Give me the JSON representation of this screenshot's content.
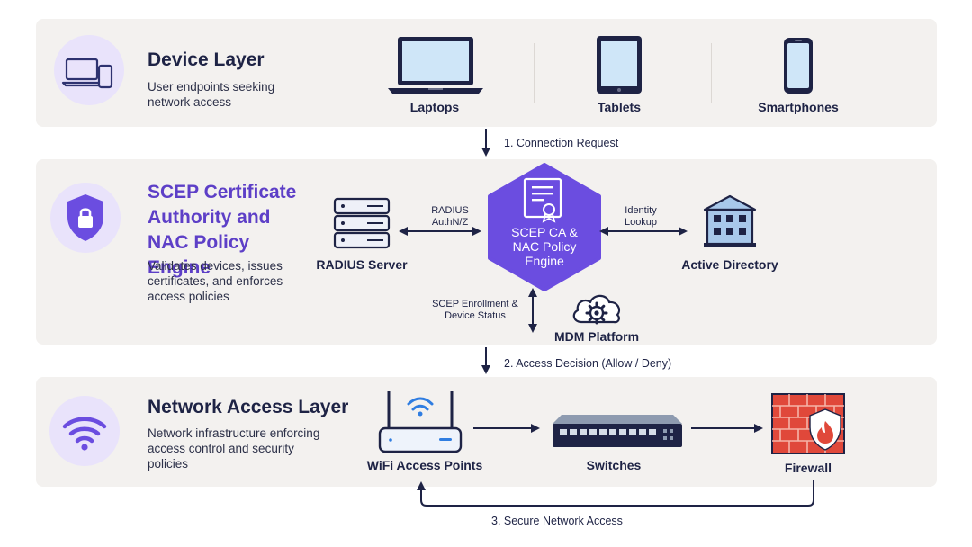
{
  "device_layer": {
    "title": "Device Layer",
    "description": "User endpoints seeking network access",
    "devices": [
      {
        "label": "Laptops",
        "icon": "laptop-icon"
      },
      {
        "label": "Tablets",
        "icon": "tablet-icon"
      },
      {
        "label": "Smartphones",
        "icon": "smartphone-icon"
      }
    ]
  },
  "policy_layer": {
    "title": "SCEP Certificate Authority and NAC Policy Engine",
    "description": "Validates devices, issues certificates, and enforces access policies",
    "center_label": "SCEP CA & NAC Policy Engine",
    "radius_server": "RADIUS Server",
    "radius_link": "RADIUS AuthN/Z",
    "active_directory": "Active Directory",
    "identity_link": "Identity Lookup",
    "mdm_platform": "MDM Platform",
    "mdm_link": "SCEP Enrollment & Device Status"
  },
  "network_layer": {
    "title": "Network Access Layer",
    "description": "Network infrastructure enforcing access control and security policies",
    "wifi": "WiFi Access Points",
    "switches": "Switches",
    "firewall": "Firewall"
  },
  "steps": {
    "step1": "1. Connection Request",
    "step2": "2. Access Decision (Allow / Deny)",
    "step3": "3. Secure Network Access"
  },
  "colors": {
    "accent": "#5d3fc7",
    "hexagon": "#6b4de0",
    "layer_bg": "#f3f1ef",
    "icon_circle": "#e9e3fb",
    "navy": "#1e2345",
    "wifi_blue": "#2f7de1",
    "firewall_red": "#e0483a"
  }
}
